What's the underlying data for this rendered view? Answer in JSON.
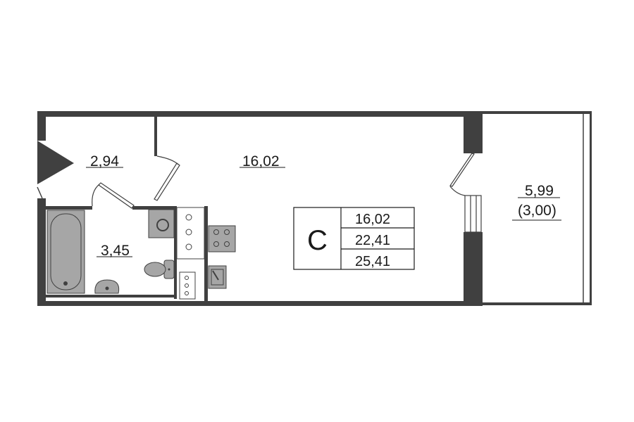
{
  "plan": {
    "rooms": {
      "hallway_area": "2,94",
      "living_room_area": "16,02",
      "bathroom_area": "3,45",
      "balcony_area": "5,99",
      "balcony_reduced_area": "(3,00)"
    },
    "summary": {
      "type_label": "C",
      "living_area": "16,02",
      "total_area_no_balcony": "22,41",
      "total_area": "25,41"
    },
    "colors": {
      "wall": "#404040",
      "fixture": "#a6a6a6"
    }
  }
}
